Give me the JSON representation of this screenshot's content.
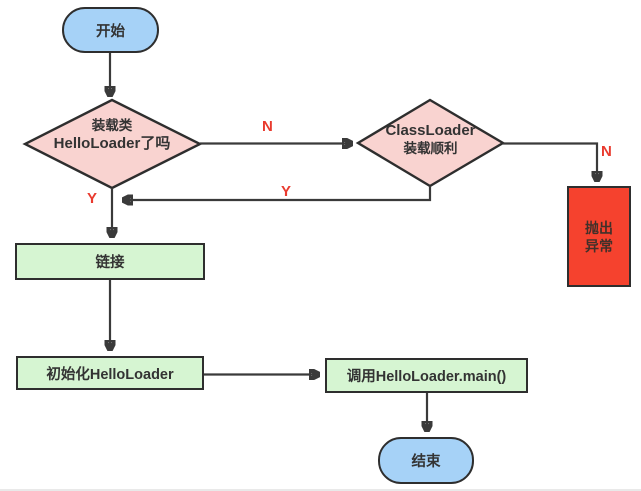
{
  "colors": {
    "node-blue": "#a6d2f7",
    "node-pink": "#f9d3d0",
    "node-green": "#d6f5d2",
    "node-red": "#f5422e",
    "line": "#3a3a3a",
    "edge-label": "#e93a2e",
    "text": "#333333"
  },
  "nodes": {
    "start": {
      "label": "开始",
      "type": "terminator"
    },
    "load_check": {
      "line1": "装载类",
      "line2": "HelloLoader了吗",
      "type": "decision"
    },
    "classloader_check": {
      "line1": "ClassLoader",
      "line2": "装载顺利",
      "type": "decision"
    },
    "throw_exception": {
      "line1": "抛出",
      "line2": "异常",
      "type": "process-error"
    },
    "link": {
      "label": "链接",
      "type": "process"
    },
    "init": {
      "label": "初始化HelloLoader",
      "type": "process"
    },
    "call_main": {
      "label": "调用HelloLoader.main()",
      "type": "process"
    },
    "end": {
      "label": "结束",
      "type": "terminator"
    }
  },
  "edges": {
    "load_check_to_classloader_check": "N",
    "classloader_check_to_throw": "N",
    "load_check_to_link": "Y",
    "classloader_check_return": "Y"
  }
}
